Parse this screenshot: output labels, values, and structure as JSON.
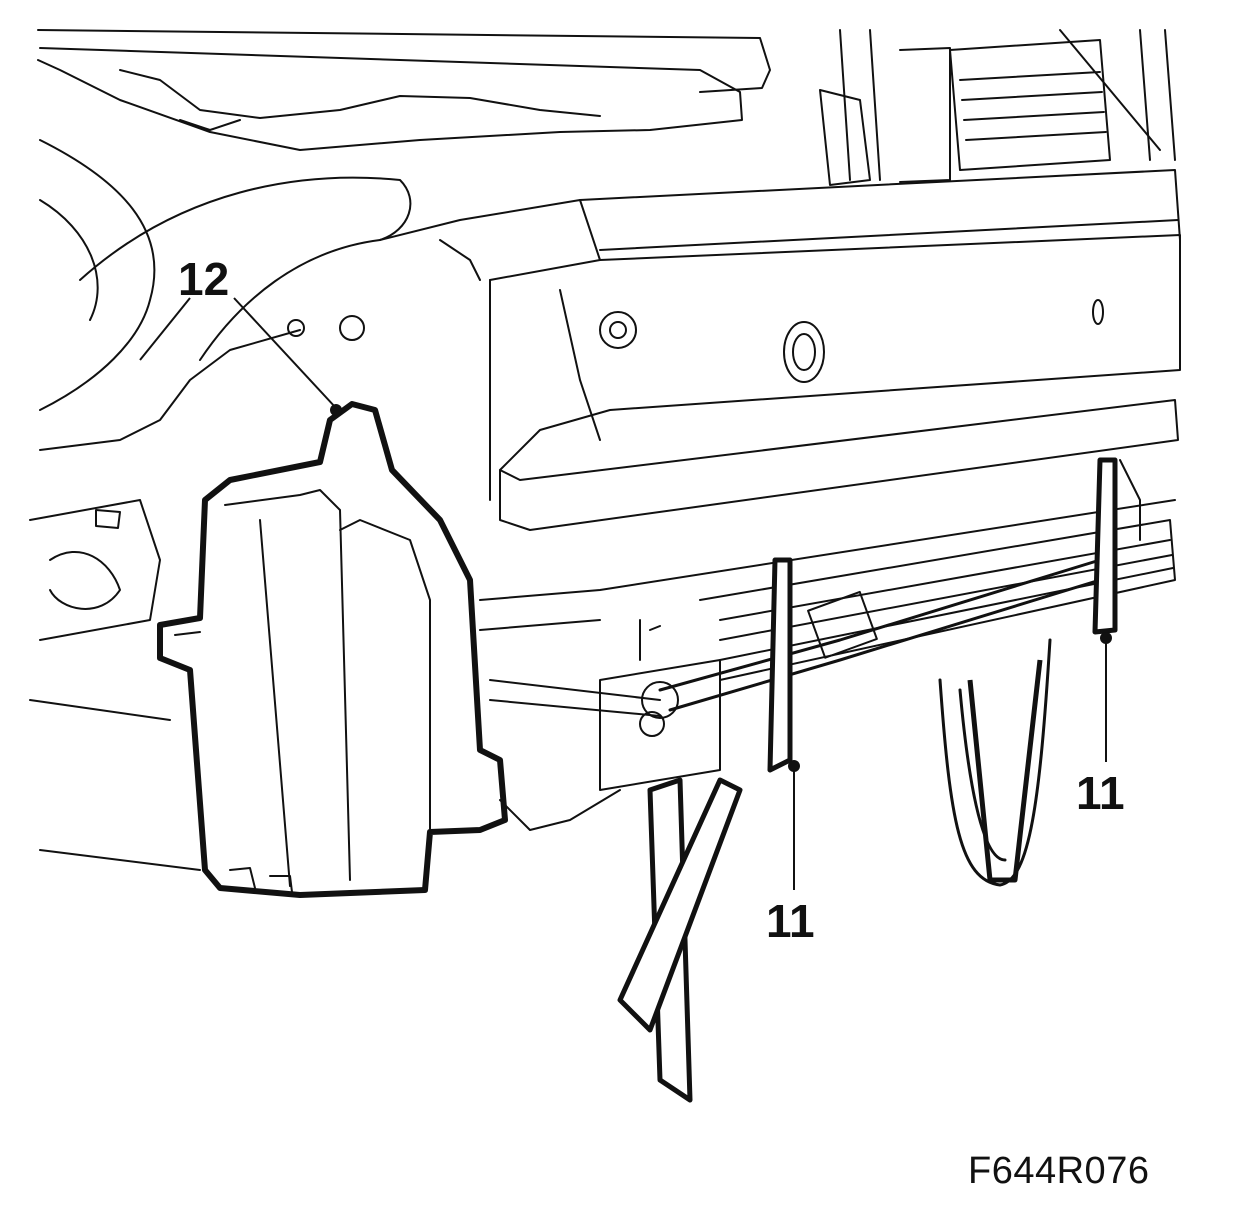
{
  "diagram": {
    "callouts": {
      "c12": "12",
      "c11_left": "11",
      "c11_right": "11"
    },
    "figure_code": "F644R076"
  }
}
